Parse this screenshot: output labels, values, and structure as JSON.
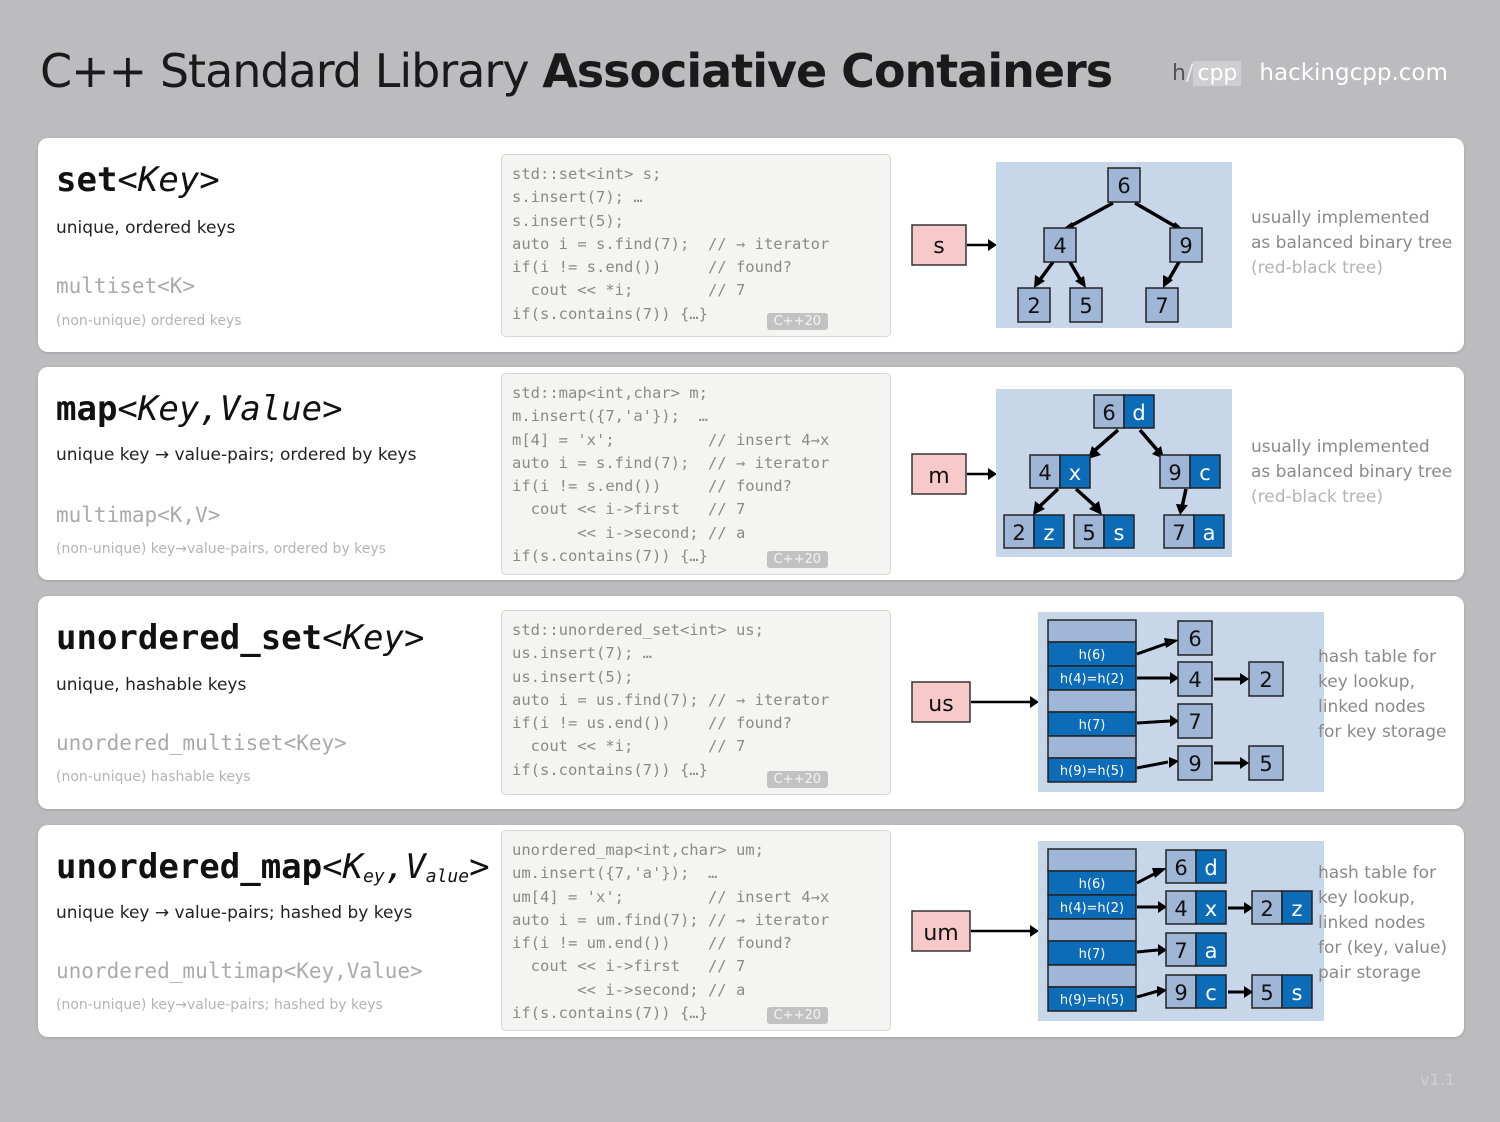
{
  "header": {
    "title_plain": "C++ Standard Library ",
    "title_bold": "Associative Containers",
    "logo_h": "h",
    "logo_slash": "/",
    "logo_cpp": "cpp",
    "logo_site": "hackingcpp.com"
  },
  "version": "v1.1",
  "cards": [
    {
      "name": "set",
      "name_params": "<Key>",
      "desc": "unique, ordered keys",
      "multi": "multiset<K>",
      "multi_desc": "(non-unique)  ordered keys",
      "code": "std::set<int> s;\ns.insert(7); …\ns.insert(5);\nauto i = s.find(7);  // → iterator\nif(i != s.end())     // found?\n  cout << *i;        // 7\nif(s.contains(7)) {…}",
      "badge": "C++20",
      "var": "s",
      "note": [
        "usually implemented",
        "as balanced binary tree",
        "(red-black tree)"
      ]
    },
    {
      "name": "map",
      "name_params": "<Key,Value>",
      "desc": "unique key → value-pairs; ordered by keys",
      "multi": "multimap<K,V>",
      "multi_desc": "(non-unique)  key→value-pairs,  ordered by keys",
      "code": "std::map<int,char> m;\nm.insert({7,'a'});  …\nm[4] = 'x';          // insert 4→x\nauto i = s.find(7);  // → iterator\nif(i != s.end())     // found?\n  cout << i->first   // 7\n       << i->second; // a\nif(s.contains(7)) {…}",
      "badge": "C++20",
      "var": "m",
      "note": [
        "usually implemented",
        "as balanced binary tree",
        "(red-black tree)"
      ]
    },
    {
      "name": "unordered_set",
      "name_params": "<Key>",
      "desc": "unique, hashable keys",
      "multi": "unordered_multiset<Key>",
      "multi_desc": "(non-unique)  hashable  keys",
      "code": "std::unordered_set<int> us;\nus.insert(7); …\nus.insert(5);\nauto i = us.find(7); // → iterator\nif(i != us.end())    // found?\n  cout << *i;        // 7\nif(s.contains(7)) {…}",
      "badge": "C++20",
      "var": "us",
      "note": [
        "hash table for",
        "key lookup,",
        "linked nodes",
        "for key storage"
      ]
    },
    {
      "name": "unordered_map",
      "name_params_k": "K",
      "name_params_k_sub": "ey",
      "name_params_v": "V",
      "name_params_v_sub": "alue",
      "desc": "unique key → value-pairs; hashed by keys",
      "multi": "unordered_multimap<Key,Value>",
      "multi_desc": "(non-unique)  key→value-pairs;  hashed  by keys",
      "code": "unordered_map<int,char> um;\num.insert({7,'a'});  …\num[4] = 'x';         // insert 4→x\nauto i = um.find(7); // → iterator\nif(i != um.end())    // found?\n  cout << i->first   // 7\n       << i->second; // a\nif(s.contains(7)) {…}",
      "badge": "C++20",
      "var": "um",
      "note": [
        "hash table for",
        "key lookup,",
        "linked nodes",
        "for (key, value)",
        "pair storage"
      ]
    }
  ],
  "diagrams": {
    "set_tree": [
      "6",
      "4",
      "9",
      "2",
      "5",
      "7"
    ],
    "map_tree": [
      [
        "6",
        "d"
      ],
      [
        "4",
        "x"
      ],
      [
        "9",
        "c"
      ],
      [
        "2",
        "z"
      ],
      [
        "5",
        "s"
      ],
      [
        "7",
        "a"
      ]
    ],
    "hash_labels": [
      "h(6)",
      "h(4)=h(2)",
      "h(7)",
      "h(9)=h(5)"
    ],
    "uset_nodes": [
      "6",
      "4",
      "2",
      "7",
      "9",
      "5"
    ],
    "umap_nodes": [
      [
        "6",
        "d"
      ],
      [
        "4",
        "x"
      ],
      [
        "2",
        "z"
      ],
      [
        "7",
        "a"
      ],
      [
        "9",
        "c"
      ],
      [
        "5",
        "s"
      ]
    ]
  },
  "colors": {
    "tree_bg": "#c8d6ea",
    "key_box": "#9fb6d6",
    "value_box": "#0d6cb8",
    "var_box": "#f7c9c9"
  }
}
